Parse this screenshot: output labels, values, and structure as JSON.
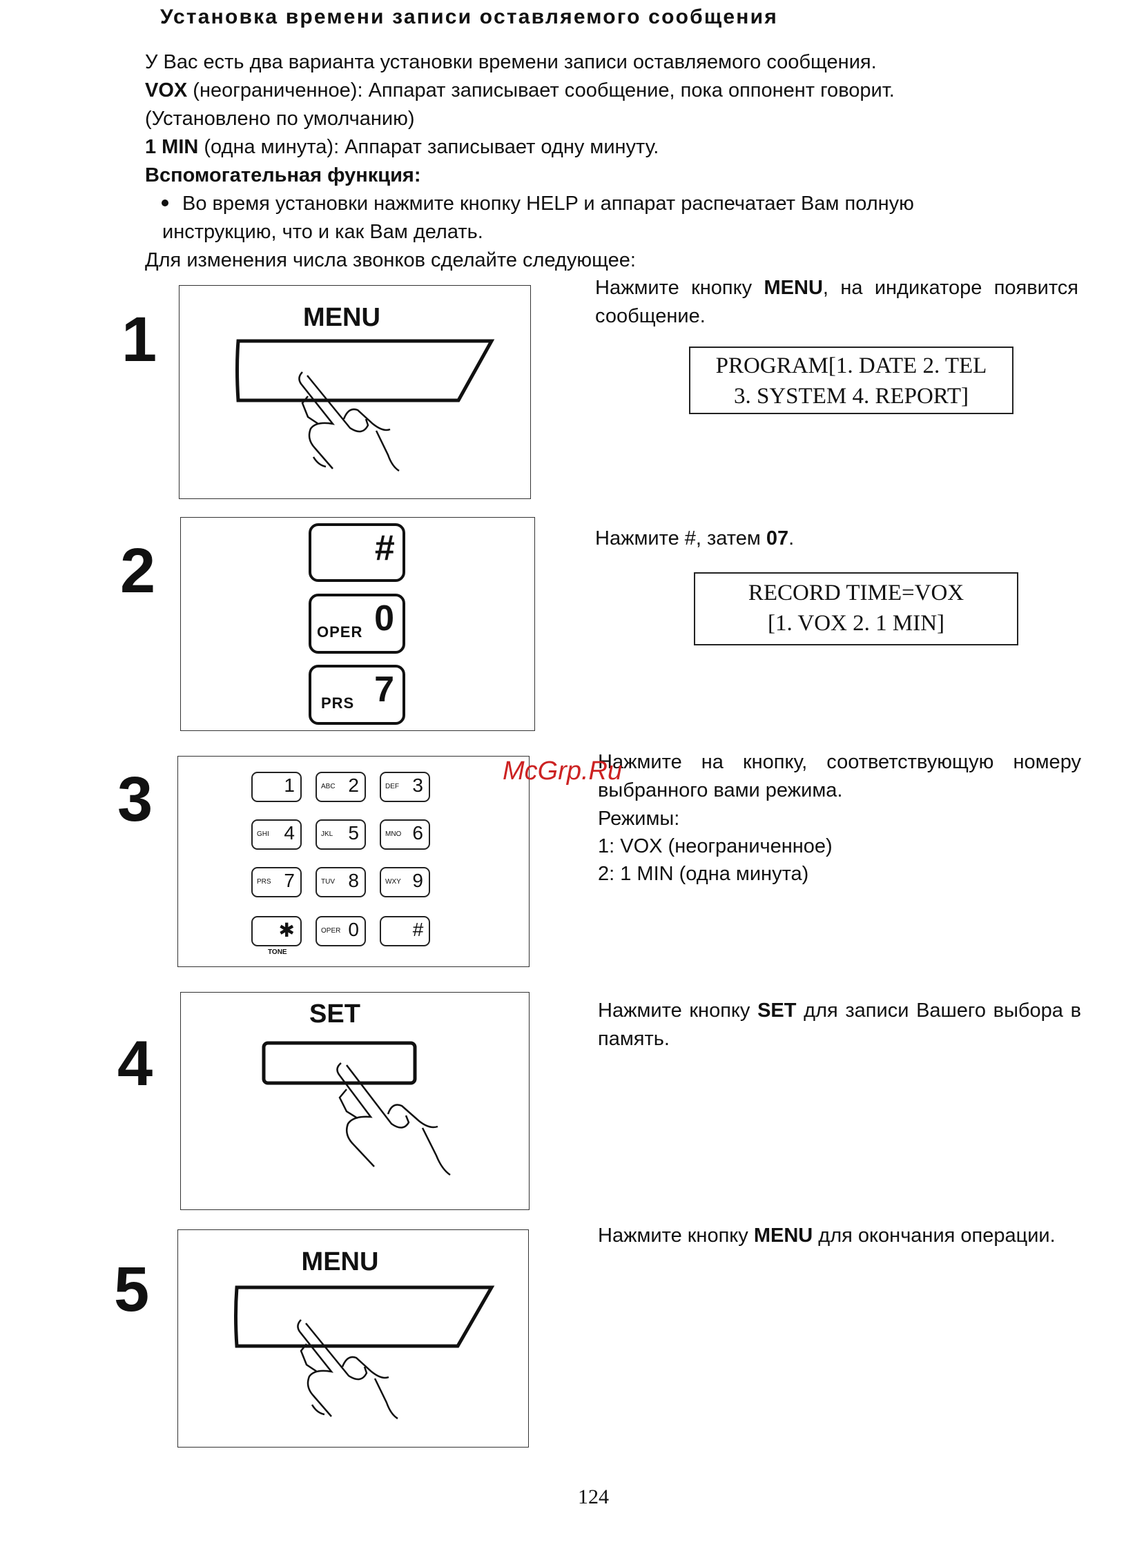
{
  "title": "Установка времени записи оставляемого сообщения",
  "intro": {
    "line1": "У Вас есть два варианта установки времени записи оставляемого сообщения.",
    "vox_key": "VOX",
    "vox_text": " (неограниченное): Аппарат записывает сообщение, пока оппонент говорит.",
    "vox_default": "(Установлено по умолчанию)",
    "min_key": "1 MIN",
    "min_text": " (одна минута): Аппарат записывает одну минуту.",
    "help_heading": "Вспомогательная функция:",
    "help_line1": "Во время установки нажмите кнопку HELP и аппарат распечатает Вам полную",
    "help_line2": "инструкцию, что и как Вам делать.",
    "lead": "Для изменения числа звонков сделайте следующее:"
  },
  "steps": [
    {
      "number": "1",
      "button_label": "MENU",
      "desc_pre": "Нажмите кнопку ",
      "desc_key": "MENU",
      "desc_post": ", на индикаторе появится сообщение.",
      "lcd_line1": "PROGRAM[1. DATE 2. TEL",
      "lcd_line2": "3. SYSTEM  4. REPORT]"
    },
    {
      "number": "2",
      "keys": [
        {
          "small": "",
          "big": "#"
        },
        {
          "small": "OPER",
          "big": "0"
        },
        {
          "small": "PRS",
          "big": "7"
        }
      ],
      "desc_pre": "Нажмите #, затем ",
      "desc_key": "07",
      "desc_post": ".",
      "lcd_line1": "RECORD TIME=VOX",
      "lcd_line2": "[1. VOX  2. 1 MIN]"
    },
    {
      "number": "3",
      "keypad": [
        {
          "l": "",
          "d": "1"
        },
        {
          "l": "ABC",
          "d": "2"
        },
        {
          "l": "DEF",
          "d": "3"
        },
        {
          "l": "GHI",
          "d": "4"
        },
        {
          "l": "JKL",
          "d": "5"
        },
        {
          "l": "MNO",
          "d": "6"
        },
        {
          "l": "PRS",
          "d": "7"
        },
        {
          "l": "TUV",
          "d": "8"
        },
        {
          "l": "WXY",
          "d": "9"
        },
        {
          "l": "",
          "d": "✱"
        },
        {
          "l": "OPER",
          "d": "0"
        },
        {
          "l": "",
          "d": "#"
        }
      ],
      "tone_label": "TONE",
      "desc": "Нажмите на кнопку, соответствующую номеру выбранного вами режима.",
      "modes_heading": "Режимы:",
      "mode1": "1: VOX (неограниченное)",
      "mode2": "2: 1 MIN (одна минута)"
    },
    {
      "number": "4",
      "button_label": "SET",
      "desc_pre": "Нажмите кнопку ",
      "desc_key": "SET",
      "desc_post": " для записи Вашего выбора в память."
    },
    {
      "number": "5",
      "button_label": "MENU",
      "desc_pre": "Нажмите кнопку ",
      "desc_key": "MENU",
      "desc_post": " для окончания операции."
    }
  ],
  "watermark": "McGrp.Ru",
  "page_number": "124"
}
